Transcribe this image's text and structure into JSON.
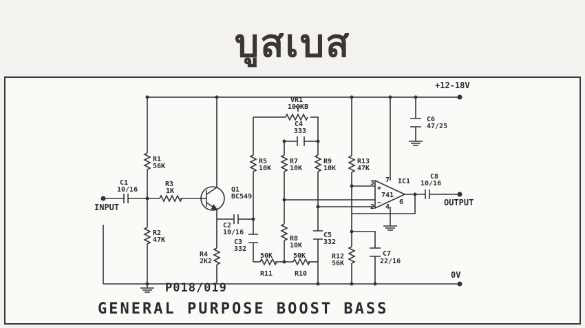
{
  "title": "บูสเบส",
  "code": "P018/019",
  "bottom_title": "GENERAL PURPOSE BOOST BASS",
  "terminals": {
    "supply": "+12-18V",
    "ground": "0V",
    "input": "INPUT",
    "output": "OUTPUT"
  },
  "components": {
    "vr1": {
      "ref": "VR1",
      "value": "100KB"
    },
    "c1": {
      "ref": "C1",
      "value": "10/16"
    },
    "c2": {
      "ref": "C2",
      "value": "10/16"
    },
    "c3": {
      "ref": "C3",
      "value": "332"
    },
    "c4": {
      "ref": "C4",
      "value": "333"
    },
    "c5": {
      "ref": "C5",
      "value": "332"
    },
    "c6": {
      "ref": "C6",
      "value": "47/25"
    },
    "c7": {
      "ref": "C7",
      "value": "22/16"
    },
    "c8": {
      "ref": "C8",
      "value": "10/16"
    },
    "r1": {
      "ref": "R1",
      "value": "56K"
    },
    "r2": {
      "ref": "R2",
      "value": "47K"
    },
    "r3": {
      "ref": "R3",
      "value": "1K"
    },
    "r4": {
      "ref": "R4",
      "value": "2K2"
    },
    "r5": {
      "ref": "R5",
      "value": "10K"
    },
    "r7": {
      "ref": "R7",
      "value": "10K"
    },
    "r8": {
      "ref": "R8",
      "value": "10K"
    },
    "r9": {
      "ref": "R9",
      "value": "10K"
    },
    "r10": {
      "ref": "R10",
      "value": "50K"
    },
    "r11": {
      "ref": "R11",
      "value": "50K"
    },
    "r12": {
      "ref": "R12",
      "value": "56K"
    },
    "r13": {
      "ref": "R13",
      "value": "47K"
    },
    "q1": {
      "ref": "Q1",
      "value": "BC549"
    },
    "ic1": {
      "ref": "IC1",
      "value": "741",
      "pin3": "3",
      "pin2": "2",
      "pin7": "7",
      "pin4": "4",
      "pin6": "6",
      "plus": "+",
      "minus": "−"
    }
  }
}
